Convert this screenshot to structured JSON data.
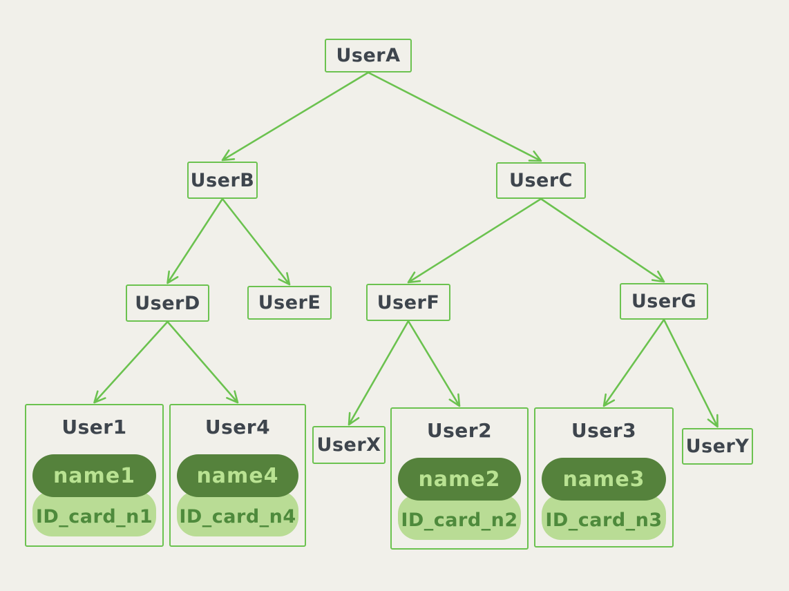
{
  "colors": {
    "background": "#f1f0ea",
    "stroke": "#6bc24f",
    "text_dark": "#3e454d",
    "pill_dark_bg": "#55823c",
    "pill_dark_text": "#b9e292",
    "pill_light_bg": "#b9dc95",
    "pill_light_text": "#4e8a3c"
  },
  "nodes": {
    "usera": {
      "label": "UserA"
    },
    "userb": {
      "label": "UserB"
    },
    "userc": {
      "label": "UserC"
    },
    "userd": {
      "label": "UserD"
    },
    "usere": {
      "label": "UserE"
    },
    "userf": {
      "label": "UserF"
    },
    "userg": {
      "label": "UserG"
    },
    "userx": {
      "label": "UserX"
    },
    "usery": {
      "label": "UserY"
    },
    "user1": {
      "title": "User1",
      "name": "name1",
      "id_card": "ID_card_n1"
    },
    "user4": {
      "title": "User4",
      "name": "name4",
      "id_card": "ID_card_n4"
    },
    "user2": {
      "title": "User2",
      "name": "name2",
      "id_card": "ID_card_n2"
    },
    "user3": {
      "title": "User3",
      "name": "name3",
      "id_card": "ID_card_n3"
    }
  },
  "edges": [
    [
      "usera",
      "userb"
    ],
    [
      "usera",
      "userc"
    ],
    [
      "userb",
      "userd"
    ],
    [
      "userb",
      "usere"
    ],
    [
      "userc",
      "userf"
    ],
    [
      "userc",
      "userg"
    ],
    [
      "userd",
      "user1"
    ],
    [
      "userd",
      "user4"
    ],
    [
      "userf",
      "userx"
    ],
    [
      "userf",
      "user2"
    ],
    [
      "userg",
      "user3"
    ],
    [
      "userg",
      "usery"
    ]
  ]
}
